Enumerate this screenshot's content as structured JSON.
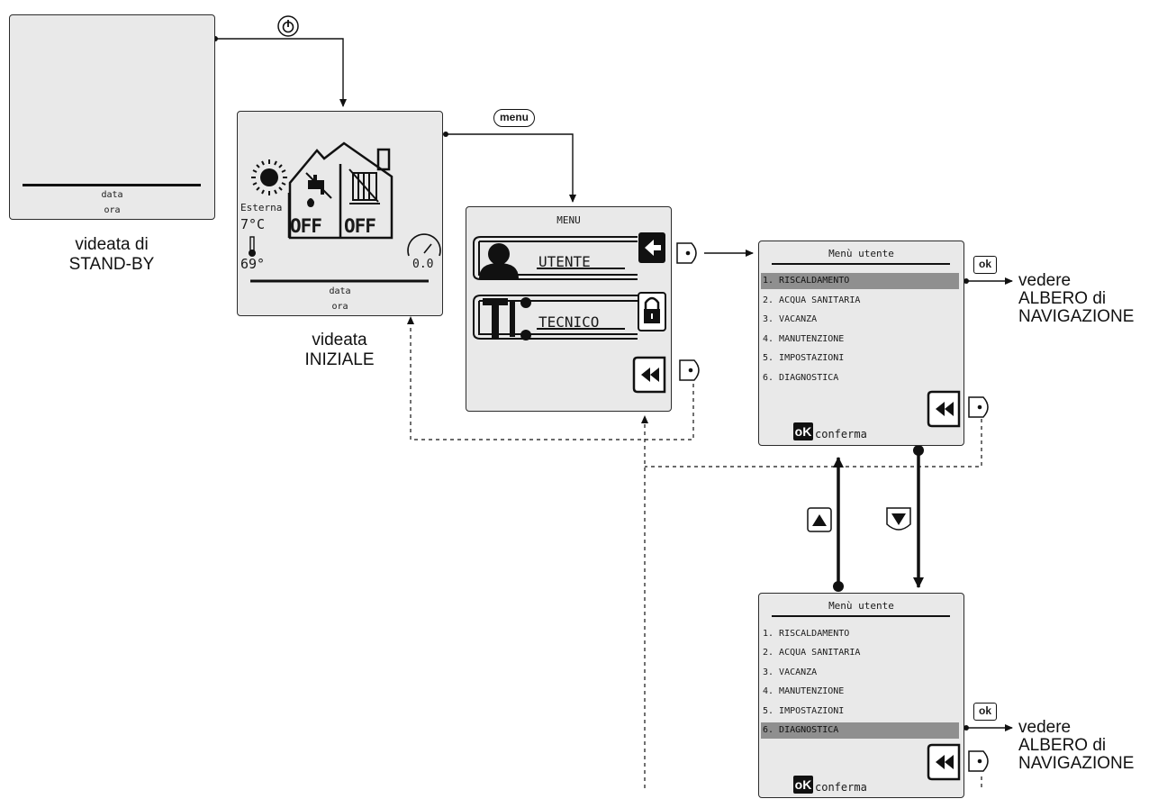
{
  "captions": {
    "standby": [
      "videata di",
      "STAND-BY"
    ],
    "initial": [
      "videata",
      "INIZIALE"
    ],
    "see_tree_1": [
      "vedere",
      "ALBERO di",
      "NAVIGAZIONE"
    ],
    "see_tree_2": [
      "vedere",
      "ALBERO di",
      "NAVIGAZIONE"
    ]
  },
  "keys": {
    "menu": "menu",
    "ok": "ok"
  },
  "screens": {
    "standby": {
      "date": "data",
      "time": "ora"
    },
    "initial": {
      "outdoor_label": "Esterna",
      "outdoor_temp": "7°C",
      "water_temp": "69°",
      "dhw_state": "OFF",
      "heating_state": "OFF",
      "pressure": "0.0",
      "date": "data",
      "time": "ora"
    },
    "menu": {
      "title": "MENU",
      "user": "UTENTE",
      "technician": "TECNICO"
    },
    "user_menu_1": {
      "title": "Menù utente",
      "items": [
        "1. RISCALDAMENTO",
        "2. ACQUA SANITARIA",
        "3. VACANZA",
        "4. MANUTENZIONE",
        "5. IMPOSTAZIONI",
        "6. DIAGNOSTICA"
      ],
      "selected_index": 0,
      "ok_badge": "oK",
      "confirm": "conferma"
    },
    "user_menu_2": {
      "title": "Menù utente",
      "items": [
        "1. RISCALDAMENTO",
        "2. ACQUA SANITARIA",
        "3. VACANZA",
        "4. MANUTENZIONE",
        "5. IMPOSTAZIONI",
        "6. DIAGNOSTICA"
      ],
      "selected_index": 5,
      "ok_badge": "oK",
      "confirm": "conferma"
    }
  }
}
